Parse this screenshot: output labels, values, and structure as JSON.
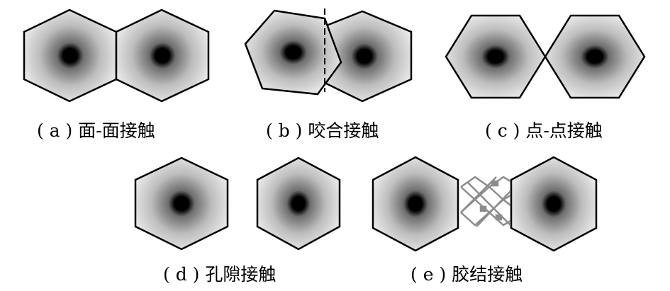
{
  "figure": {
    "panels": [
      {
        "id": "a",
        "type": "face-to-face",
        "label": "( a ) 面-面接触"
      },
      {
        "id": "b",
        "type": "interlocking",
        "label": "( b ) 咬合接触"
      },
      {
        "id": "c",
        "type": "point-to-point",
        "label": "( c ) 点-点接触"
      },
      {
        "id": "d",
        "type": "pore",
        "label": "( d ) 孔隙接触"
      },
      {
        "id": "e",
        "type": "cemented",
        "label": "( e ) 胶结接触"
      }
    ],
    "colors": {
      "particle_outline": "#000000",
      "particle_center": "#000000",
      "particle_mid": "#7a7a7a",
      "particle_edge": "#e6e6e6",
      "cement_lattice": "#8c8c8c",
      "background": "#ffffff"
    }
  }
}
